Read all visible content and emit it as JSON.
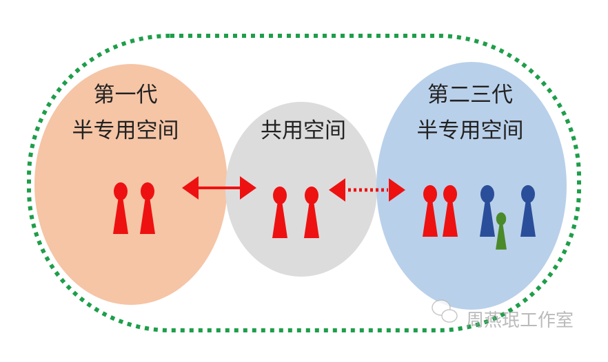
{
  "colors": {
    "outer_dotted": "#1e9e4a",
    "first_gen_circle": "#f5c5a6",
    "shared_circle": "#dcdcdc",
    "second_third_gen_circle": "#b9d0ea",
    "red_figure": "#ee1111",
    "blue_figure": "#2a4e9a",
    "green_figure": "#4a8a2a"
  },
  "zones": {
    "first_gen": {
      "line1": "第一代",
      "line2": "半专用空间"
    },
    "shared": {
      "line1": "共用空间"
    },
    "second_third_gen": {
      "line1": "第二三代",
      "line2": "半专用空间"
    }
  },
  "watermark": {
    "text": "周燕珉工作室",
    "icon": "wechat-icon"
  }
}
